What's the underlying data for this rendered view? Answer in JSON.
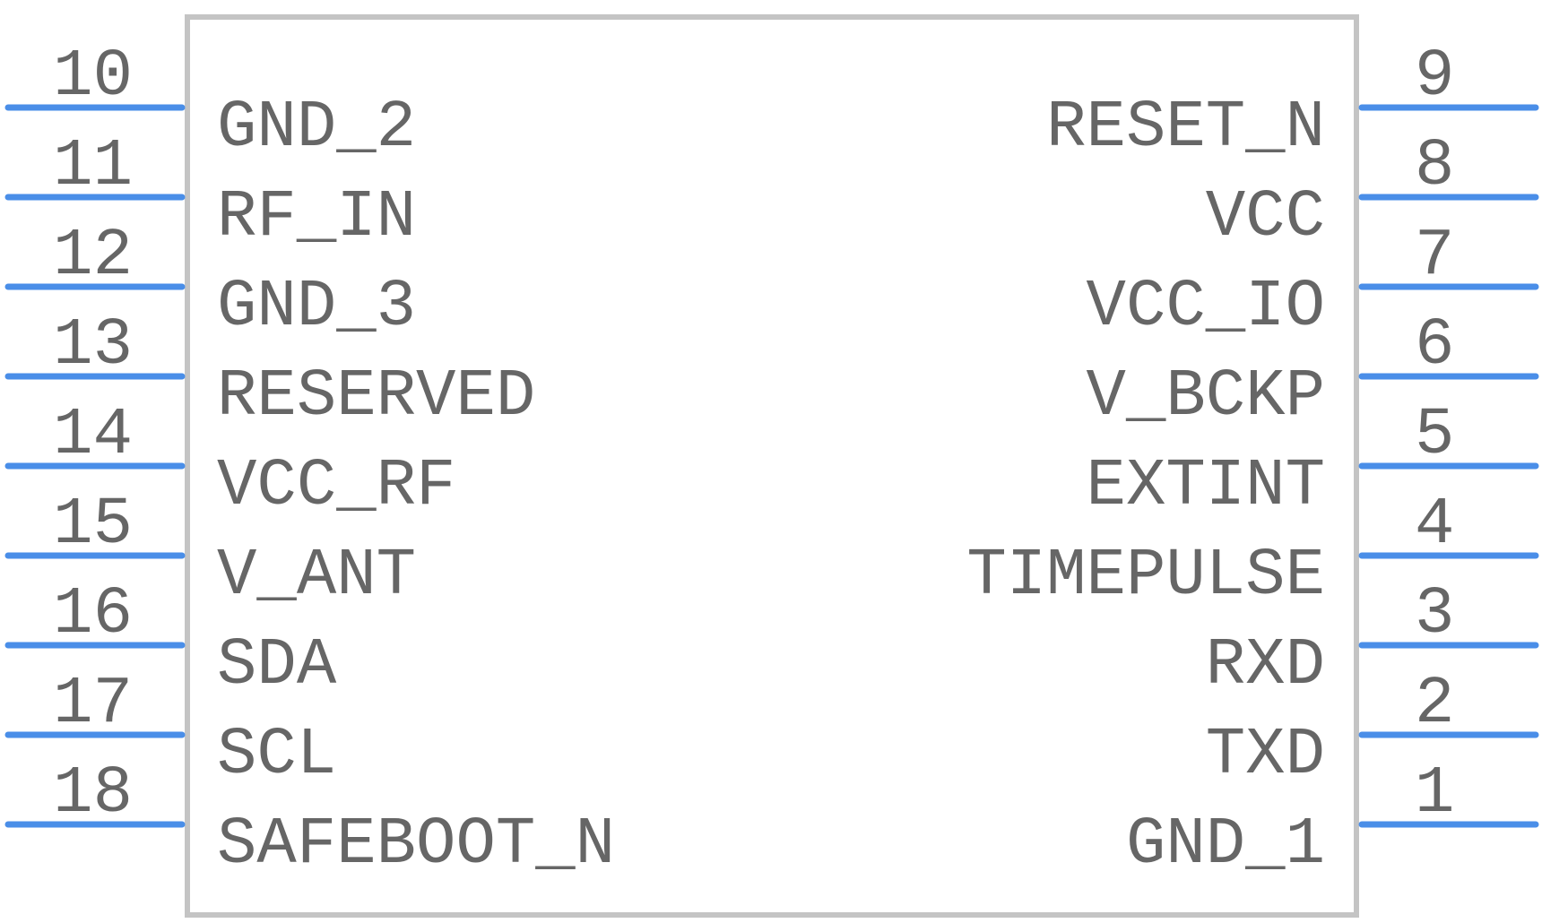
{
  "colors": {
    "pin": "#4a8ee8",
    "body_outline": "#c4c4c4",
    "text": "#666666"
  },
  "pins_left": [
    {
      "number": "10",
      "name": "GND_2"
    },
    {
      "number": "11",
      "name": "RF_IN"
    },
    {
      "number": "12",
      "name": "GND_3"
    },
    {
      "number": "13",
      "name": "RESERVED"
    },
    {
      "number": "14",
      "name": "VCC_RF"
    },
    {
      "number": "15",
      "name": "V_ANT"
    },
    {
      "number": "16",
      "name": "SDA"
    },
    {
      "number": "17",
      "name": "SCL"
    },
    {
      "number": "18",
      "name": "SAFEBOOT_N"
    }
  ],
  "pins_right": [
    {
      "number": "9",
      "name": "RESET_N"
    },
    {
      "number": "8",
      "name": "VCC"
    },
    {
      "number": "7",
      "name": "VCC_IO"
    },
    {
      "number": "6",
      "name": "V_BCKP"
    },
    {
      "number": "5",
      "name": "EXTINT"
    },
    {
      "number": "4",
      "name": "TIMEPULSE"
    },
    {
      "number": "3",
      "name": "RXD"
    },
    {
      "number": "2",
      "name": "TXD"
    },
    {
      "number": "1",
      "name": "GND_1"
    }
  ]
}
